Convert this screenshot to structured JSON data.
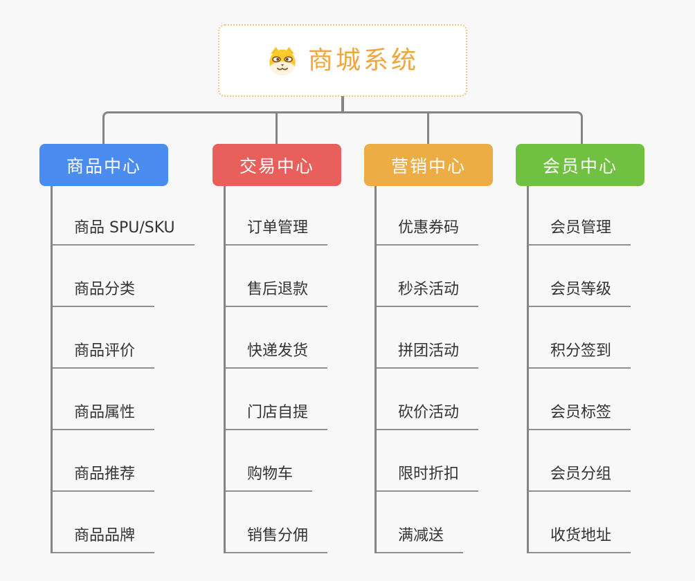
{
  "root": {
    "title": "商城系统",
    "icon": "dog-face-icon"
  },
  "branches": [
    {
      "id": "product-center",
      "label": "商品中心",
      "color": "#4B8CF0",
      "items": [
        "商品 SPU/SKU",
        "商品分类",
        "商品评价",
        "商品属性",
        "商品推荐",
        "商品品牌"
      ]
    },
    {
      "id": "trade-center",
      "label": "交易中心",
      "color": "#E95F5C",
      "items": [
        "订单管理",
        "售后退款",
        "快递发货",
        "门店自提",
        "购物车",
        "销售分佣"
      ]
    },
    {
      "id": "marketing-center",
      "label": "营销中心",
      "color": "#ECAD44",
      "items": [
        "优惠券码",
        "秒杀活动",
        "拼团活动",
        "砍价活动",
        "限时折扣",
        "满减送"
      ]
    },
    {
      "id": "member-center",
      "label": "会员中心",
      "color": "#70C142",
      "items": [
        "会员管理",
        "会员等级",
        "积分签到",
        "会员标签",
        "会员分组",
        "收货地址"
      ]
    }
  ],
  "colors": {
    "background": "#F8F8F8",
    "connector": "#858585",
    "underline": "#8F8F8F",
    "item_text": "#333333",
    "root_accent": "#F0A63C",
    "root_border": "#F5C57F",
    "node_text": "#FFFFFF"
  }
}
